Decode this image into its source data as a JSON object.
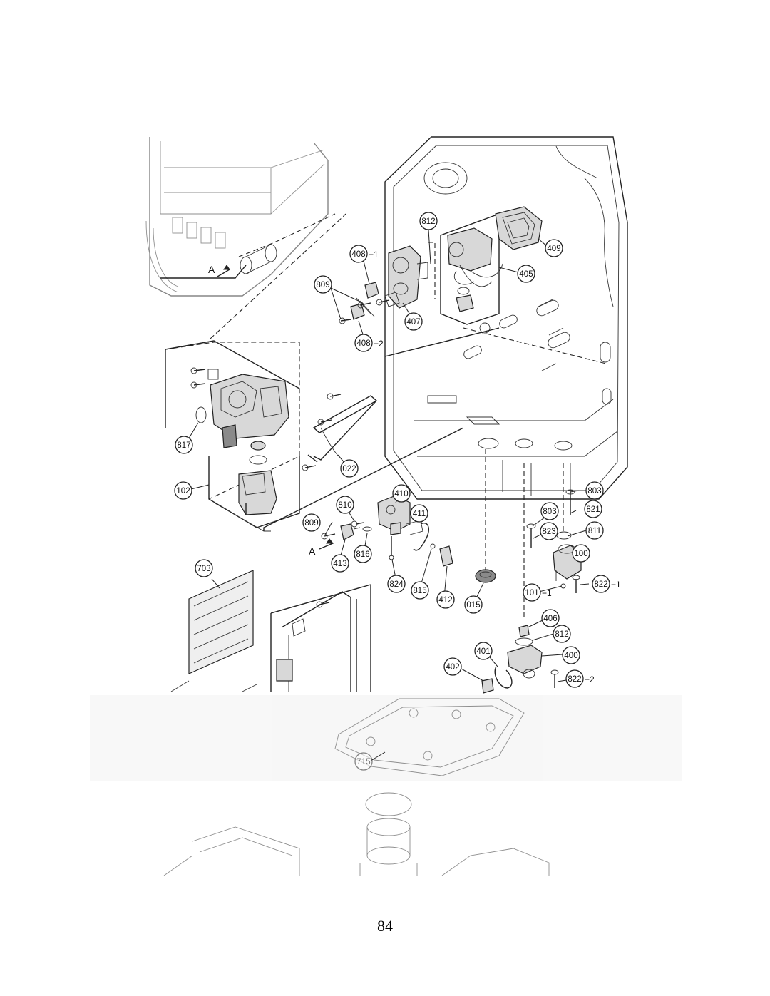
{
  "figure": {
    "callouts": [
      {
        "id": "812-top",
        "label": "812",
        "suffix": ""
      },
      {
        "id": "408-1",
        "label": "408",
        "suffix": "−1"
      },
      {
        "id": "409",
        "label": "409",
        "suffix": ""
      },
      {
        "id": "809-top",
        "label": "809",
        "suffix": ""
      },
      {
        "id": "405",
        "label": "405",
        "suffix": ""
      },
      {
        "id": "407",
        "label": "407",
        "suffix": ""
      },
      {
        "id": "408-2",
        "label": "408",
        "suffix": "−2"
      },
      {
        "id": "817",
        "label": "817",
        "suffix": ""
      },
      {
        "id": "022",
        "label": "022",
        "suffix": ""
      },
      {
        "id": "102",
        "label": "102",
        "suffix": ""
      },
      {
        "id": "410",
        "label": "410",
        "suffix": ""
      },
      {
        "id": "810",
        "label": "810",
        "suffix": ""
      },
      {
        "id": "411",
        "label": "411",
        "suffix": ""
      },
      {
        "id": "809-mid",
        "label": "809",
        "suffix": ""
      },
      {
        "id": "803-a",
        "label": "803",
        "suffix": ""
      },
      {
        "id": "803-b",
        "label": "803",
        "suffix": ""
      },
      {
        "id": "821",
        "label": "821",
        "suffix": ""
      },
      {
        "id": "823",
        "label": "823",
        "suffix": ""
      },
      {
        "id": "811",
        "label": "811",
        "suffix": ""
      },
      {
        "id": "100",
        "label": "100",
        "suffix": ""
      },
      {
        "id": "413",
        "label": "413",
        "suffix": ""
      },
      {
        "id": "816",
        "label": "816",
        "suffix": ""
      },
      {
        "id": "703",
        "label": "703",
        "suffix": ""
      },
      {
        "id": "824",
        "label": "824",
        "suffix": ""
      },
      {
        "id": "815",
        "label": "815",
        "suffix": ""
      },
      {
        "id": "412",
        "label": "412",
        "suffix": ""
      },
      {
        "id": "015",
        "label": "015",
        "suffix": ""
      },
      {
        "id": "101-1",
        "label": "101",
        "suffix": "−1"
      },
      {
        "id": "822-1",
        "label": "822",
        "suffix": "−1"
      },
      {
        "id": "406",
        "label": "406",
        "suffix": ""
      },
      {
        "id": "812-bot",
        "label": "812",
        "suffix": ""
      },
      {
        "id": "401",
        "label": "401",
        "suffix": ""
      },
      {
        "id": "400",
        "label": "400",
        "suffix": ""
      },
      {
        "id": "402",
        "label": "402",
        "suffix": ""
      },
      {
        "id": "822-2",
        "label": "822",
        "suffix": "−2"
      },
      {
        "id": "715",
        "label": "715",
        "suffix": ""
      }
    ],
    "view_arrows": [
      {
        "id": "arrow-a-top",
        "label": "A"
      },
      {
        "id": "arrow-a-mid",
        "label": "A"
      }
    ]
  },
  "page_number": "84"
}
